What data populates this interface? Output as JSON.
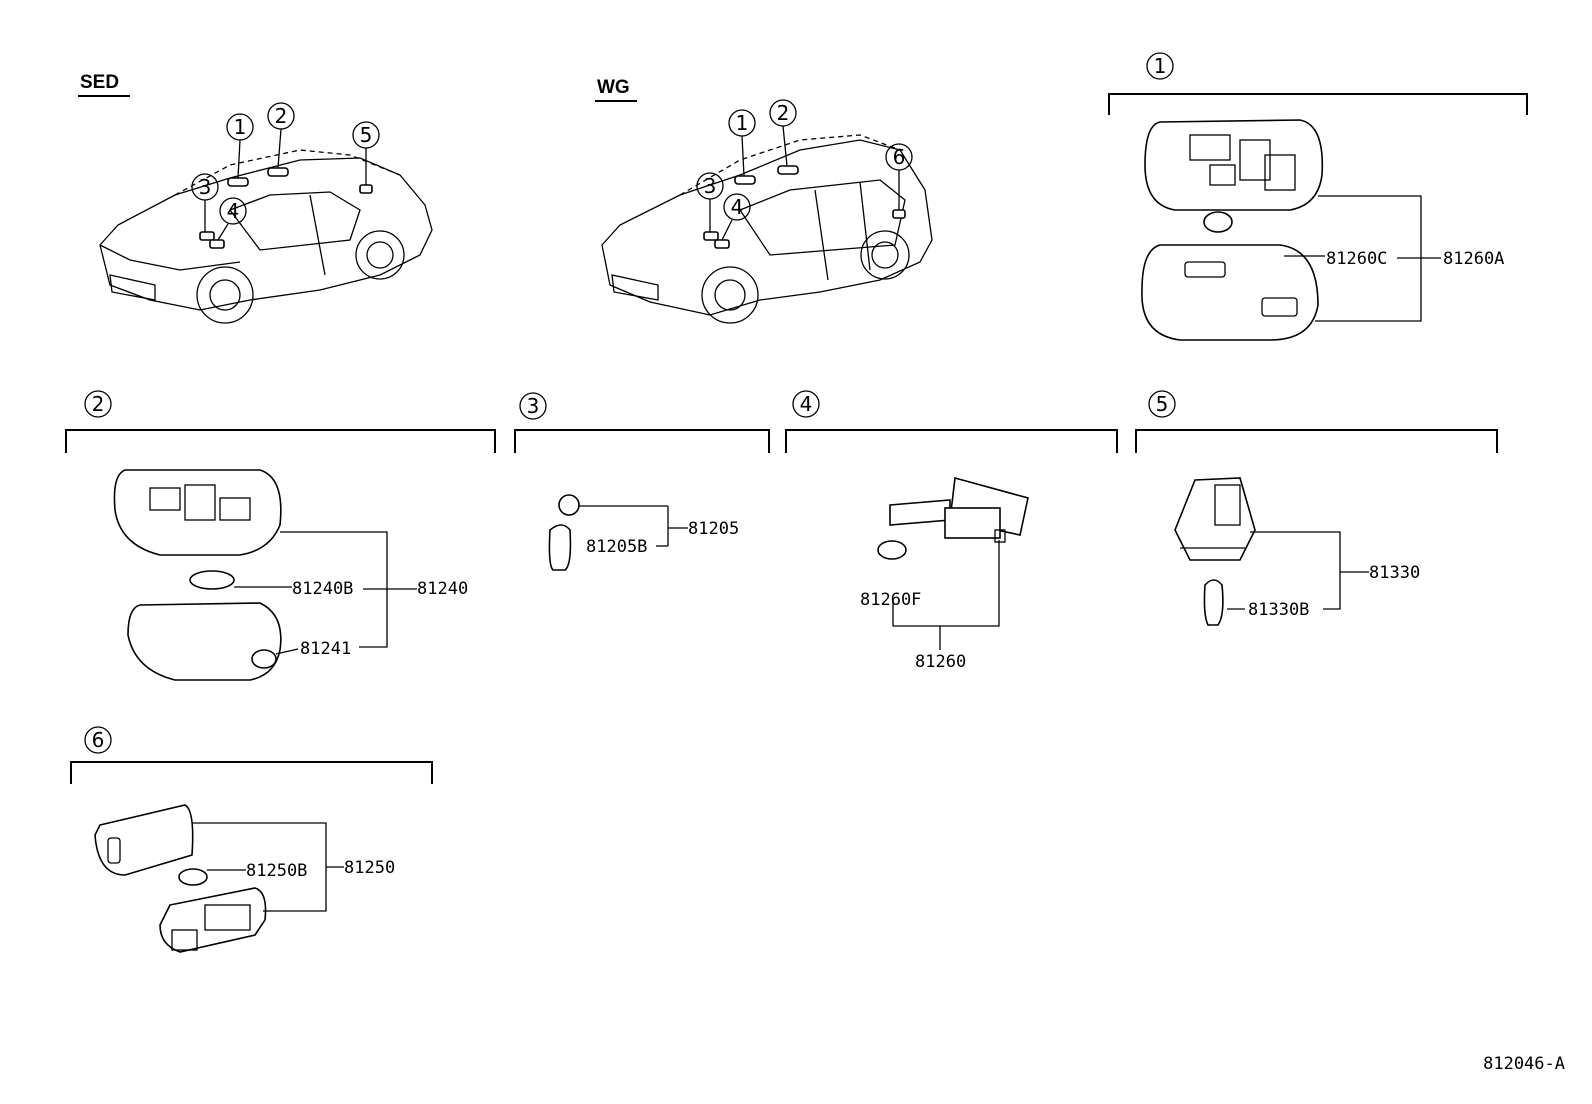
{
  "views": {
    "sedan_label": "SED",
    "wagon_label": "WG"
  },
  "callouts": [
    "1",
    "2",
    "3",
    "4",
    "5",
    "6"
  ],
  "parts": {
    "p1_bulb": "81260C",
    "p1_assy": "81260A",
    "p2_bulb": "81240B",
    "p2_assy": "81240",
    "p2_lens": "81241",
    "p3_assy": "81205",
    "p3_bulb": "81205B",
    "p4_bulb": "81260F",
    "p4_assy": "81260",
    "p5_assy": "81330",
    "p5_bulb": "81330B",
    "p6_bulb": "81250B",
    "p6_assy": "81250"
  },
  "diagram_id": "812046-A"
}
